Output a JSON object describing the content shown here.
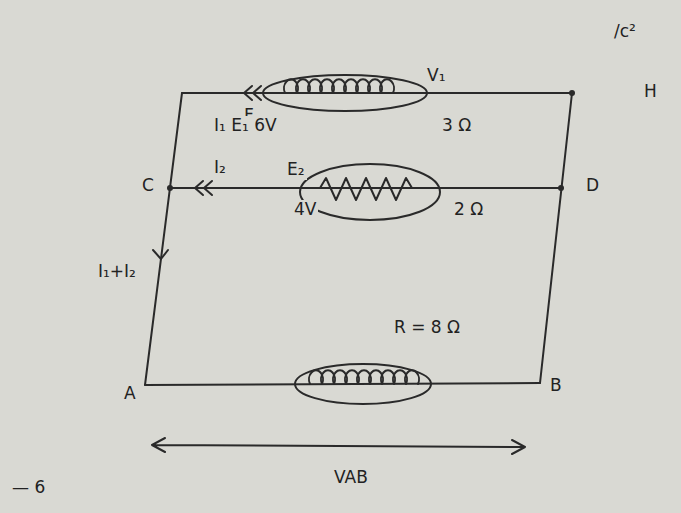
{
  "diagram": {
    "labels": [
      "/c²",
      "F",
      "H",
      "V₁",
      "I₁ E₁ 6V",
      "3 Ω",
      "C",
      "I₂",
      "E₂",
      "4V",
      "2 Ω",
      "D",
      "I₁+I₂",
      "R = 8 Ω",
      "A",
      "B",
      "VAB",
      "— 6"
    ]
  }
}
